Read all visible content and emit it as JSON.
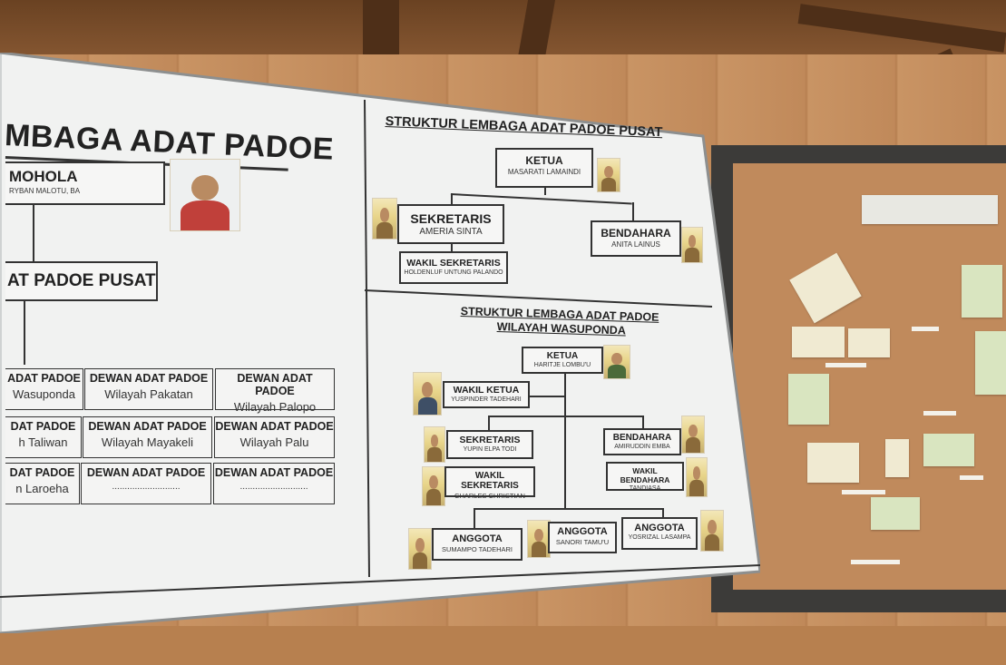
{
  "left_panel": {
    "title": "MBAGA ADAT PADOE",
    "head_box": {
      "title": "MOHOLA",
      "name": "RYBAN MALOTU, BA"
    },
    "center_box": {
      "title": "AT PADOE PUSAT"
    },
    "grid": [
      [
        {
          "a": "ADAT PADOE",
          "b": "Wasuponda"
        },
        {
          "a": "DEWAN ADAT PADOE",
          "b": "Wilayah Pakatan"
        },
        {
          "a": "DEWAN ADAT PADOE",
          "b": "Wilayah Palopo"
        }
      ],
      [
        {
          "a": "DAT PADOE",
          "b": "h Taliwan"
        },
        {
          "a": "DEWAN ADAT PADOE",
          "b": "Wilayah Mayakeli"
        },
        {
          "a": "DEWAN ADAT PADOE",
          "b": "Wilayah Palu"
        }
      ],
      [
        {
          "a": "DAT PADOE",
          "b": "n Laroeha"
        },
        {
          "a": "DEWAN ADAT PADOE",
          "b": "..........................."
        },
        {
          "a": "DEWAN ADAT PADOE",
          "b": "..........................."
        }
      ]
    ]
  },
  "pusat": {
    "title": "STRUKTUR LEMBAGA ADAT PADOE PUSAT",
    "ketua": {
      "title": "KETUA",
      "name": "MASARATI LAMAINDI"
    },
    "sekretaris": {
      "title": "SEKRETARIS",
      "name": "AMERIA SINTA"
    },
    "bendahara": {
      "title": "BENDAHARA",
      "name": "ANITA LAINUS"
    },
    "wakil_sekretaris": {
      "title": "WAKIL SEKRETARIS",
      "name": "HOLDENLUF UNTUNG PALANDO"
    }
  },
  "wasuponda": {
    "title_line1": "STRUKTUR LEMBAGA ADAT PADOE",
    "title_line2": "WILAYAH WASUPONDA",
    "ketua": {
      "title": "KETUA",
      "name": "HARITJE LOMBU'U"
    },
    "wakil_ketua": {
      "title": "WAKIL KETUA",
      "name": "YUSPINDER TADEHARI"
    },
    "sekretaris": {
      "title": "SEKRETARIS",
      "name": "YUPIN ELPA TODI"
    },
    "wakil_sekretaris": {
      "title": "WAKIL SEKRETARIS",
      "name": "CHARLES CHRISTIAN"
    },
    "bendahara": {
      "title": "BENDAHARA",
      "name": "AMIRUDDIN EMBA"
    },
    "wakil_bendahara": {
      "title": "WAKIL BENDAHARA",
      "name": "TANDIASA"
    },
    "anggota": [
      {
        "title": "ANGGOTA",
        "name": "SUMAMPO TADEHARI"
      },
      {
        "title": "ANGGOTA",
        "name": "SANORI TAMU'U"
      },
      {
        "title": "ANGGOTA",
        "name": "YOSRIZAL LASAMPA"
      }
    ]
  },
  "colors": {
    "board": "#f1f2f1",
    "ink": "#222222",
    "wood": "#c48f5e",
    "cork_frame": "#3c3b39"
  }
}
